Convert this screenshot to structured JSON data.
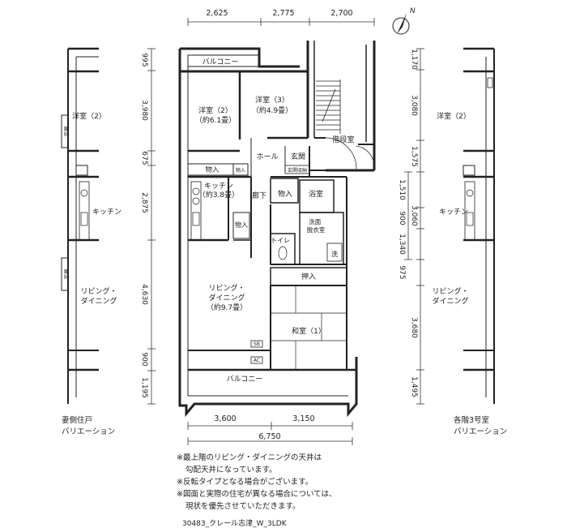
{
  "dimensions": {
    "top": [
      "2,625",
      "2,775",
      "2,700"
    ],
    "bottom": [
      "3,600",
      "3,150"
    ],
    "bottom_total": "6,750",
    "left": [
      "995",
      "3,980",
      "675",
      "2,875",
      "4,630",
      "900",
      "1,195"
    ],
    "right": [
      "1,170",
      "3,080",
      "1,575",
      "1,510",
      "900",
      "1,340",
      "975",
      "3,680",
      "1,495"
    ],
    "right_combined": "3,060"
  },
  "compass": {
    "label": "N"
  },
  "rooms": {
    "balcony_north": "バルコニー",
    "bedroom2_name": "洋室（2）",
    "bedroom2_size": "（約6.1畳）",
    "bedroom3_name": "洋室（3）",
    "bedroom3_size": "（約4.9畳）",
    "stair_room": "階段室",
    "hall": "ホール",
    "entrance": "玄関",
    "shoe_storage": "玄関収納",
    "storage_a": "物入",
    "storage_small": "物入",
    "kitchen_name": "キッチン",
    "kitchen_size": "（約3.8畳）",
    "corridor": "廊下",
    "storage_b": "物入",
    "storage_c": "物入",
    "bath": "浴室",
    "washroom": "洗面\n脱衣室",
    "toilet": "トイレ",
    "washer": "洗",
    "oshiire": "押入",
    "living_name": "リビング・",
    "living_name2": "ダイニング",
    "living_size": "（約9.7畳）",
    "washitsu": "和室（1）",
    "balcony_south": "バルコニー",
    "sb": "SB",
    "ac": "AC"
  },
  "left_variation": {
    "bedroom": "洋室（2）",
    "window_tag": "腰窓",
    "window_tag2": "腰窓",
    "kitchen": "キッチン",
    "living": "リビング・",
    "living2": "ダイニング",
    "caption1": "妻側住戸",
    "caption2": "バリエーション"
  },
  "right_variation": {
    "bedroom": "洋室（2）",
    "kitchen": "キッチン",
    "living": "リビング・",
    "living2": "ダイニング",
    "caption1": "各階3号室",
    "caption2": "バリエーション"
  },
  "notes": [
    "※最上階のリビング・ダイニングの天井は",
    "勾配天井になっています。",
    "※反転タイプとなる場合がございます。",
    "※図面と実際の住宅が異なる場合については、",
    "現状を優先させていただきます。"
  ],
  "code": "30483_クレール志津_W_3LDK"
}
